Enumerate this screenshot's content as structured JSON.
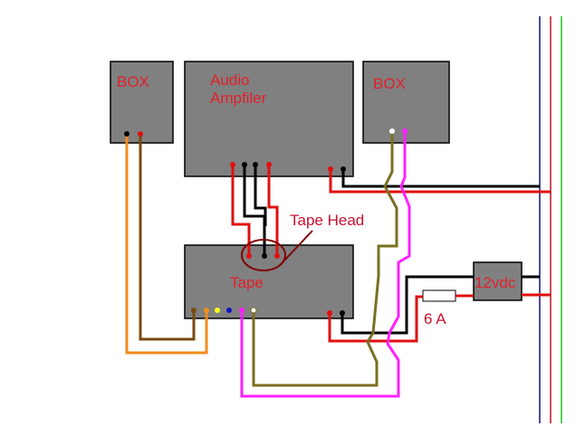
{
  "diagram": {
    "title": "Audio amplifier and tape wiring diagram",
    "components": {
      "box_left": {
        "label": "BOX"
      },
      "amplifier": {
        "label_line1": "Audio",
        "label_line2": "Ampfiler"
      },
      "box_right": {
        "label": "BOX"
      },
      "tape": {
        "label": "Tape"
      },
      "tape_head": {
        "label": "Tape Head"
      },
      "power_supply": {
        "label": "12vdc"
      },
      "fuse": {
        "label": "6 A"
      }
    },
    "colors": {
      "box_fill": "#808080",
      "label": "#e0202a",
      "wire_red": "#e01010",
      "wire_black": "#000000",
      "wire_orange": "#f08c1c",
      "wire_brown": "#7a4a10",
      "wire_olive": "#7a7020",
      "wire_magenta": "#ff20ff",
      "wire_yellow": "#ffff20",
      "wire_blue": "#1010c8",
      "tape_head_circle": "#800000",
      "rail_blue": "#10107a",
      "rail_red": "#c01020",
      "rail_green": "#20c020"
    }
  }
}
